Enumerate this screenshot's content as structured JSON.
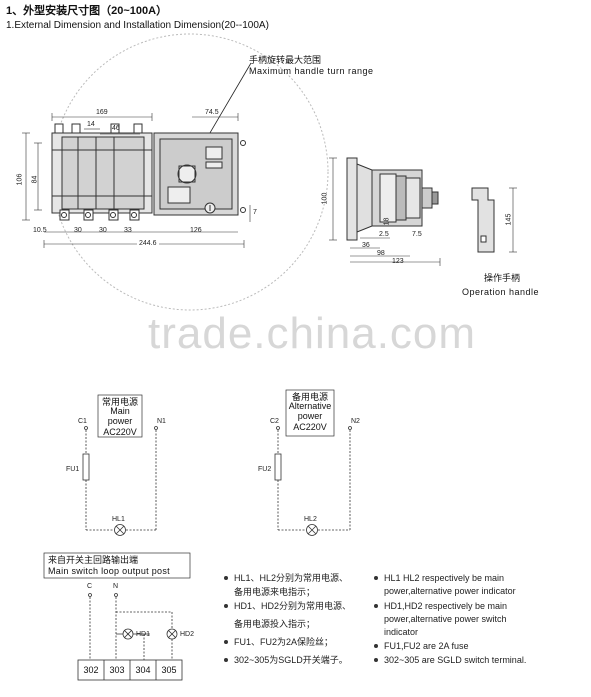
{
  "heading": {
    "cn": "1、外型安装尺寸图（20~100A）",
    "en": "1.External Dimension and Installation Dimension(20--100A)"
  },
  "handle_range": {
    "cn": "手柄旋转最大范围",
    "en": "Maximum handle turn range"
  },
  "front_view": {
    "dims": {
      "d169": "169",
      "d14": "14",
      "d46": "46",
      "d74": "74.5",
      "d106": "106",
      "d84": "84",
      "d10": "10.5",
      "d30a": "30",
      "d30b": "30",
      "d33": "33",
      "d126": "126",
      "d244": "244.6",
      "d7": "7"
    }
  },
  "side_view": {
    "dims": {
      "d100": "100",
      "d18": "18",
      "d25": "2.5",
      "d75": "7.5",
      "d36": "36",
      "d98": "98",
      "d123": "123"
    }
  },
  "handle_view": {
    "dims": {
      "d145": "145"
    },
    "label_cn": "操作手柄",
    "label_en": "Operation handle"
  },
  "watermark": "trade.china.com",
  "main_power": {
    "cn": "常用电源",
    "en": "Main power",
    "voltage": "AC220V",
    "c": "C1",
    "n": "N1",
    "fuse": "FU1",
    "lamp": "HL1"
  },
  "alt_power": {
    "cn": "备用电源",
    "en": "Alternative power",
    "voltage": "AC220V",
    "c": "C2",
    "n": "N2",
    "fuse": "FU2",
    "lamp": "HL2"
  },
  "loop_output": {
    "cn": "来自开关主回路输出端",
    "en": "Main switch loop output post",
    "c": "C",
    "n": "N",
    "hd1": "HD1",
    "hd2": "HD2",
    "terminals": [
      "302",
      "303",
      "304",
      "305"
    ]
  },
  "notes_cn": [
    "HL1、HL2分别为常用电源、",
    "备用电源来电指示；",
    "HD1、HD2分别为常用电源、",
    "备用电源投入指示；",
    "FU1、FU2为2A保险丝；",
    "302~305为SGLD开关端子。"
  ],
  "notes_en": [
    "HL1 HL2 respectively be main",
    "power,alternative power indicator",
    "HD1,HD2 respectively be main",
    "power,alternative power switch",
    "indicator",
    "FU1,FU2 are 2A fuse",
    "302~305 are SGLD switch terminal."
  ]
}
